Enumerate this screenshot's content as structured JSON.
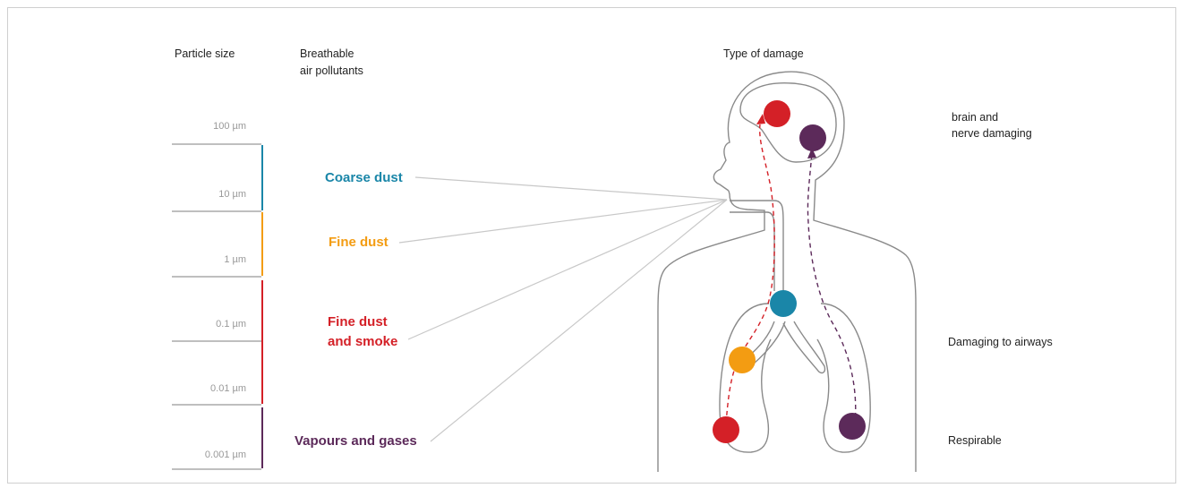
{
  "headers": {
    "particle_size": "Particle size",
    "pollutants_line1": "Breathable",
    "pollutants_line2": "air pollutants",
    "damage_type": "Type of damage"
  },
  "sizes": [
    "100 µm",
    "10 µm",
    "1 µm",
    "0.1 µm",
    "0.01 µm",
    "0.001 µm"
  ],
  "pollutants": [
    {
      "label": "Coarse dust",
      "color": "#1a86a8"
    },
    {
      "label": "Fine dust",
      "color": "#f39c12"
    },
    {
      "label_line1": "Fine dust",
      "label_line2": "and smoke",
      "color": "#d42027"
    },
    {
      "label": "Vapours and gases",
      "color": "#5c2a5a"
    }
  ],
  "damage_types": {
    "brain_line1": "brain and",
    "brain_line2": "nerve damaging",
    "airways": "Damaging to airways",
    "respirable": "Respirable"
  },
  "colors": {
    "coarse": "#1a86a8",
    "fine": "#f39c12",
    "smoke": "#d42027",
    "gases": "#5c2a5a",
    "outline": "#8a8a8a",
    "connector": "#c8c8c8"
  }
}
